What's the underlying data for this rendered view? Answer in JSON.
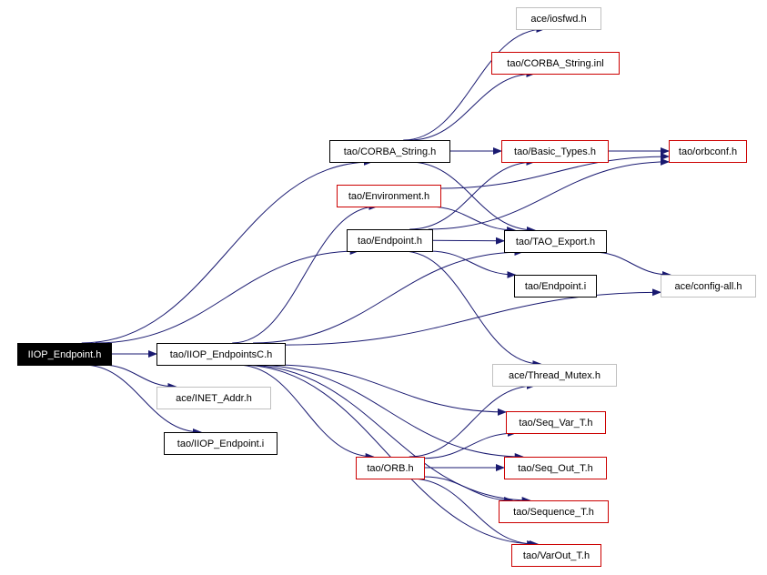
{
  "colors": {
    "root_fill": "#000000",
    "root_text": "#ffffff",
    "documented_border": "#000000",
    "external_border": "#c0c0c0",
    "undocumented_border": "#cc0000",
    "edge": "#191970",
    "text": "#000000"
  },
  "nodes": [
    {
      "id": "iiop_endpoint_h",
      "label": "IIOP_Endpoint.h",
      "kind": "root"
    },
    {
      "id": "iiop_endpointsc_h",
      "label": "tao/IIOP_EndpointsC.h",
      "kind": "documented"
    },
    {
      "id": "inet_addr_h",
      "label": "ace/INET_Addr.h",
      "kind": "external"
    },
    {
      "id": "iiop_endpoint_i",
      "label": "tao/IIOP_Endpoint.i",
      "kind": "documented"
    },
    {
      "id": "corba_string_h",
      "label": "tao/CORBA_String.h",
      "kind": "documented"
    },
    {
      "id": "environment_h",
      "label": "tao/Environment.h",
      "kind": "undocumented"
    },
    {
      "id": "endpoint_h",
      "label": "tao/Endpoint.h",
      "kind": "documented"
    },
    {
      "id": "orb_h",
      "label": "tao/ORB.h",
      "kind": "undocumented"
    },
    {
      "id": "iosfwd_h",
      "label": "ace/iosfwd.h",
      "kind": "external"
    },
    {
      "id": "corba_string_inl",
      "label": "tao/CORBA_String.inl",
      "kind": "undocumented"
    },
    {
      "id": "basic_types_h",
      "label": "tao/Basic_Types.h",
      "kind": "undocumented"
    },
    {
      "id": "orbconf_h",
      "label": "tao/orbconf.h",
      "kind": "undocumented"
    },
    {
      "id": "tao_export_h",
      "label": "tao/TAO_Export.h",
      "kind": "documented"
    },
    {
      "id": "endpoint_i",
      "label": "tao/Endpoint.i",
      "kind": "documented"
    },
    {
      "id": "config_all_h",
      "label": "ace/config-all.h",
      "kind": "external"
    },
    {
      "id": "thread_mutex_h",
      "label": "ace/Thread_Mutex.h",
      "kind": "external"
    },
    {
      "id": "seq_var_t_h",
      "label": "tao/Seq_Var_T.h",
      "kind": "undocumented"
    },
    {
      "id": "seq_out_t_h",
      "label": "tao/Seq_Out_T.h",
      "kind": "undocumented"
    },
    {
      "id": "sequence_t_h",
      "label": "tao/Sequence_T.h",
      "kind": "undocumented"
    },
    {
      "id": "varout_t_h",
      "label": "tao/VarOut_T.h",
      "kind": "undocumented"
    }
  ],
  "edges": [
    [
      "iiop_endpoint_h",
      "iiop_endpointsc_h"
    ],
    [
      "iiop_endpoint_h",
      "inet_addr_h"
    ],
    [
      "iiop_endpoint_h",
      "iiop_endpoint_i"
    ],
    [
      "iiop_endpoint_h",
      "corba_string_h"
    ],
    [
      "iiop_endpoint_h",
      "endpoint_h"
    ],
    [
      "iiop_endpointsc_h",
      "environment_h"
    ],
    [
      "iiop_endpointsc_h",
      "tao_export_h"
    ],
    [
      "iiop_endpointsc_h",
      "config_all_h"
    ],
    [
      "iiop_endpointsc_h",
      "orb_h"
    ],
    [
      "iiop_endpointsc_h",
      "seq_var_t_h"
    ],
    [
      "iiop_endpointsc_h",
      "seq_out_t_h"
    ],
    [
      "iiop_endpointsc_h",
      "sequence_t_h"
    ],
    [
      "iiop_endpointsc_h",
      "varout_t_h"
    ],
    [
      "corba_string_h",
      "iosfwd_h"
    ],
    [
      "corba_string_h",
      "corba_string_inl"
    ],
    [
      "corba_string_h",
      "basic_types_h"
    ],
    [
      "corba_string_h",
      "tao_export_h"
    ],
    [
      "basic_types_h",
      "orbconf_h"
    ],
    [
      "environment_h",
      "tao_export_h"
    ],
    [
      "endpoint_h",
      "basic_types_h"
    ],
    [
      "endpoint_h",
      "orbconf_h"
    ],
    [
      "endpoint_h",
      "tao_export_h"
    ],
    [
      "endpoint_h",
      "endpoint_i"
    ],
    [
      "endpoint_h",
      "thread_mutex_h"
    ],
    [
      "tao_export_h",
      "config_all_h"
    ],
    [
      "orb_h",
      "thread_mutex_h"
    ],
    [
      "orb_h",
      "seq_var_t_h"
    ],
    [
      "orb_h",
      "seq_out_t_h"
    ],
    [
      "orb_h",
      "sequence_t_h"
    ],
    [
      "orb_h",
      "varout_t_h"
    ],
    [
      "environment_h",
      "orbconf_h"
    ]
  ]
}
